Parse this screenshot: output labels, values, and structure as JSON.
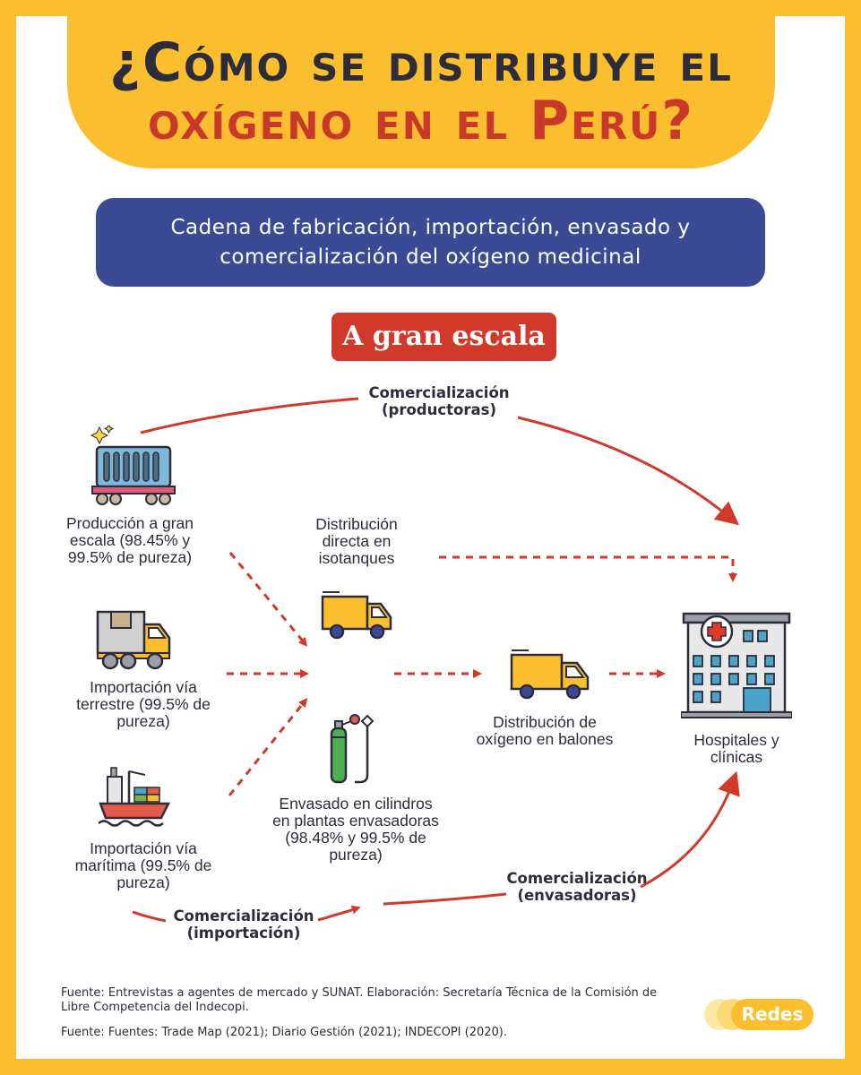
{
  "title": {
    "line1": "¿Cómo se distribuye el",
    "line2": "oxígeno en el Perú?"
  },
  "subtitle": {
    "line1": "Cadena de fabricación, importación, envasado y",
    "line2": "comercialización del oxígeno medicinal"
  },
  "scale_label": "A gran escala",
  "nodes": {
    "production": [
      "Producción a gran",
      "escala (98.45% y",
      "99.5% de pureza)"
    ],
    "land_import": [
      "Importación vía",
      "terrestre (99.5% de",
      "pureza)"
    ],
    "sea_import": [
      "Importación vía",
      "marítima (99.5% de",
      "pureza)"
    ],
    "isotank": [
      "Distribución",
      "directa en",
      "isotanques"
    ],
    "cylinders": [
      "Envasado en cilindros",
      "en plantas envasadoras",
      "(98.48% y 99.5% de",
      "pureza)"
    ],
    "balloons": [
      "Distribución de",
      "oxígeno en balones"
    ],
    "hospitals": [
      "Hospitales y",
      "clínicas"
    ]
  },
  "edges": {
    "producers": [
      "Comercialización",
      "(productoras)"
    ],
    "importation": [
      "Comercialización",
      "(importación)"
    ],
    "bottlers": [
      "Comercialización",
      "(envasadoras)"
    ]
  },
  "icons": [
    "tank-wagon-icon",
    "delivery-truck-icon",
    "cargo-ship-icon",
    "isotank-truck-icon",
    "oxygen-cylinder-icon",
    "balloon-truck-icon",
    "hospital-icon"
  ],
  "colors": {
    "yellow": "#fbbe2e",
    "navy": "#3b4a94",
    "red": "#d13a2a",
    "arrow": "#d13a2a"
  },
  "footer": {
    "source1_line1": "Fuente: Entrevistas a agentes de mercado y SUNAT. Elaboración: Secretaría Técnica de la Comisión de",
    "source1_line2": "Libre Competencia del Indecopi.",
    "source2": "Fuente: Fuentes: Trade Map (2021); Diario Gestión (2021);  INDECOPI (2020)."
  },
  "logo": "Redes"
}
